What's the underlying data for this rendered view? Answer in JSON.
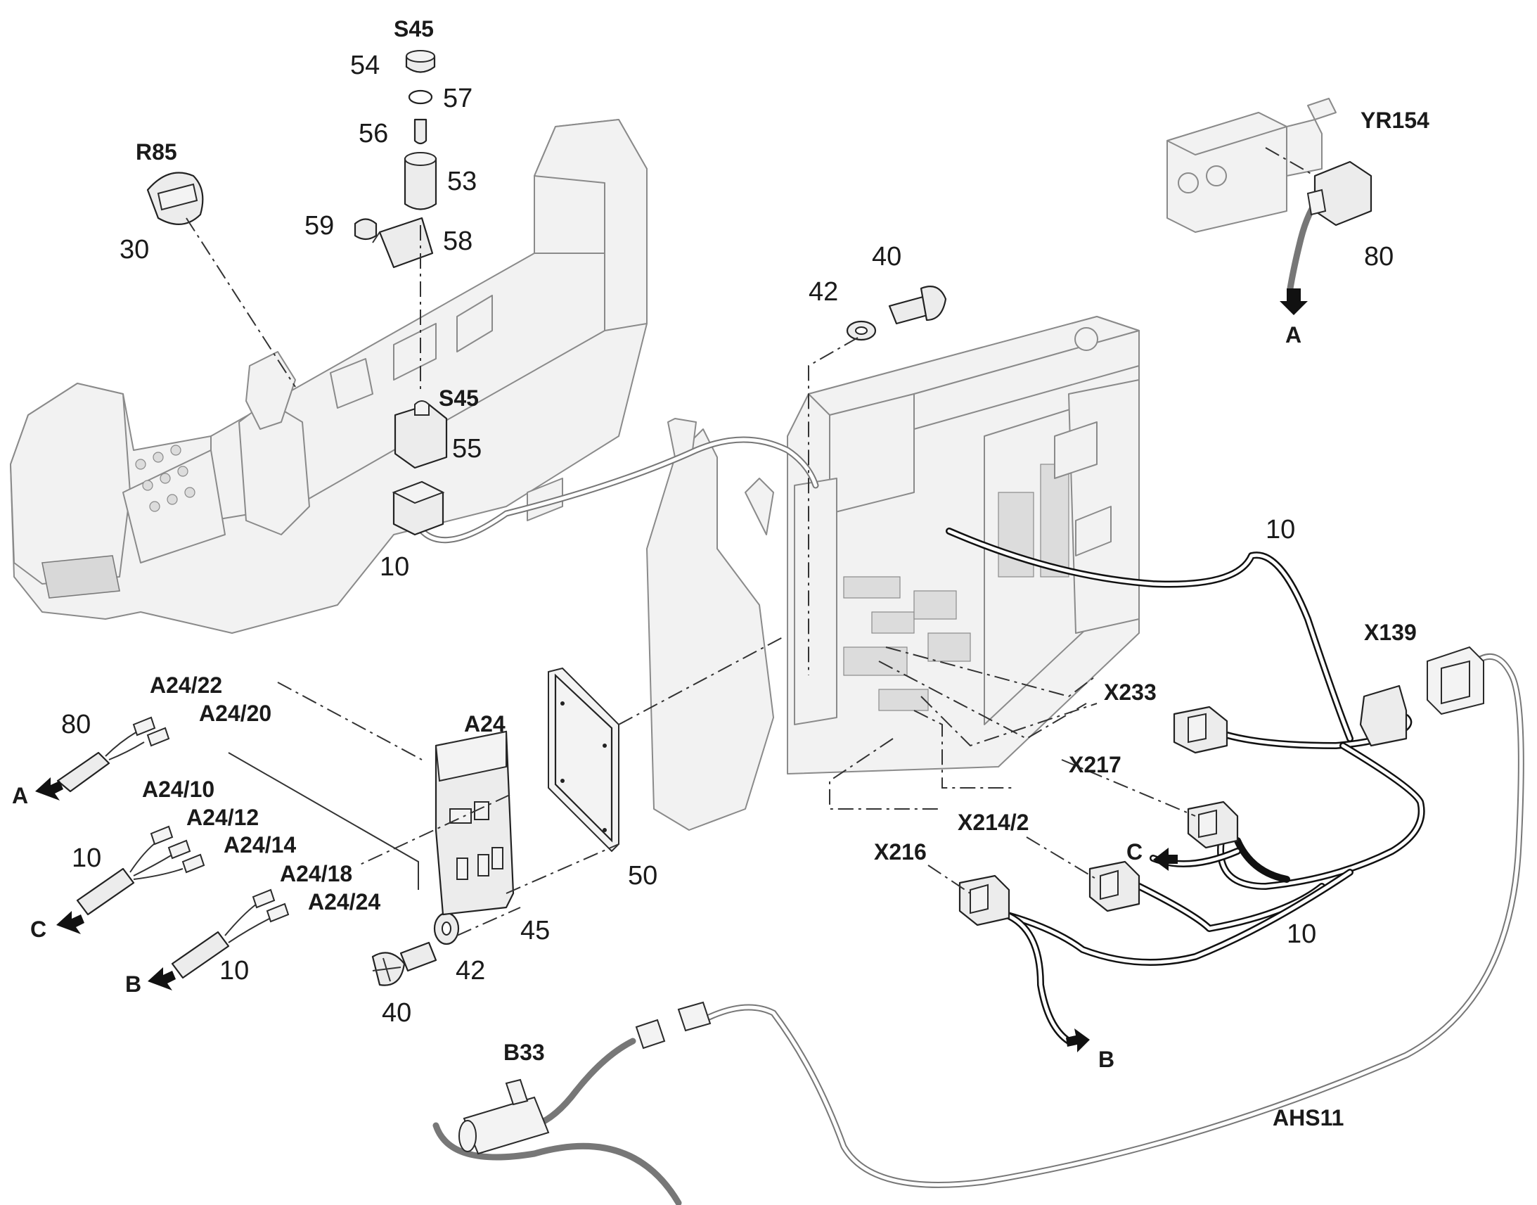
{
  "diagram": {
    "component_labels": {
      "s45_top": "S45",
      "s45_mid": "S45",
      "r85": "R85",
      "yr154": "YR154",
      "a24": "A24",
      "a24_22": "A24/22",
      "a24_20": "A24/20",
      "a24_10": "A24/10",
      "a24_12": "A24/12",
      "a24_14": "A24/14",
      "a24_18": "A24/18",
      "a24_24": "A24/24",
      "x139": "X139",
      "x233": "X233",
      "x217": "X217",
      "x214_2": "X214/2",
      "x216": "X216",
      "b33": "B33",
      "ahs11": "AHS11"
    },
    "part_numbers": {
      "p54": "54",
      "p57": "57",
      "p56": "56",
      "p53": "53",
      "p59": "59",
      "p58": "58",
      "p30": "30",
      "p55": "55",
      "p10_console": "10",
      "p40_top": "40",
      "p42_top": "42",
      "p80_top": "80",
      "p10_harness_top": "10",
      "p80_left": "80",
      "p10_left_c": "10",
      "p10_left_b": "10",
      "p40_bottom": "40",
      "p42_bottom": "42",
      "p45": "45",
      "p50": "50",
      "p10_harness_bottom": "10"
    },
    "connection_arrows": {
      "a_top": "A",
      "a_left": "A",
      "c_left": "C",
      "b_left": "B",
      "c_right": "C",
      "b_bottom": "B"
    }
  }
}
